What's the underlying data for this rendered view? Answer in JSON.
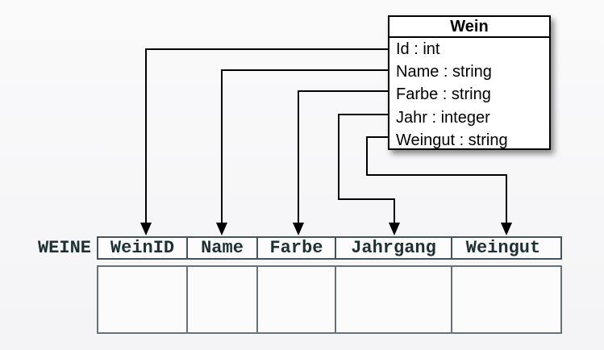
{
  "class_box": {
    "title": "Wein",
    "attributes": [
      "Id : int",
      "Name : string",
      "Farbe : string",
      "Jahr : integer",
      "Weingut : string"
    ]
  },
  "table": {
    "label": "WEINE",
    "columns": [
      "WeinID",
      "Name",
      "Farbe",
      "Jahrgang",
      "Weingut"
    ],
    "body_row": [
      "",
      "",
      "",
      "",
      ""
    ]
  },
  "colors": {
    "line": "#000000",
    "class_border": "#000000",
    "table_text": "#1d3035",
    "table_header_border": "#44545a",
    "table_body_border": "#64737a",
    "background": "#f6f6f7"
  }
}
